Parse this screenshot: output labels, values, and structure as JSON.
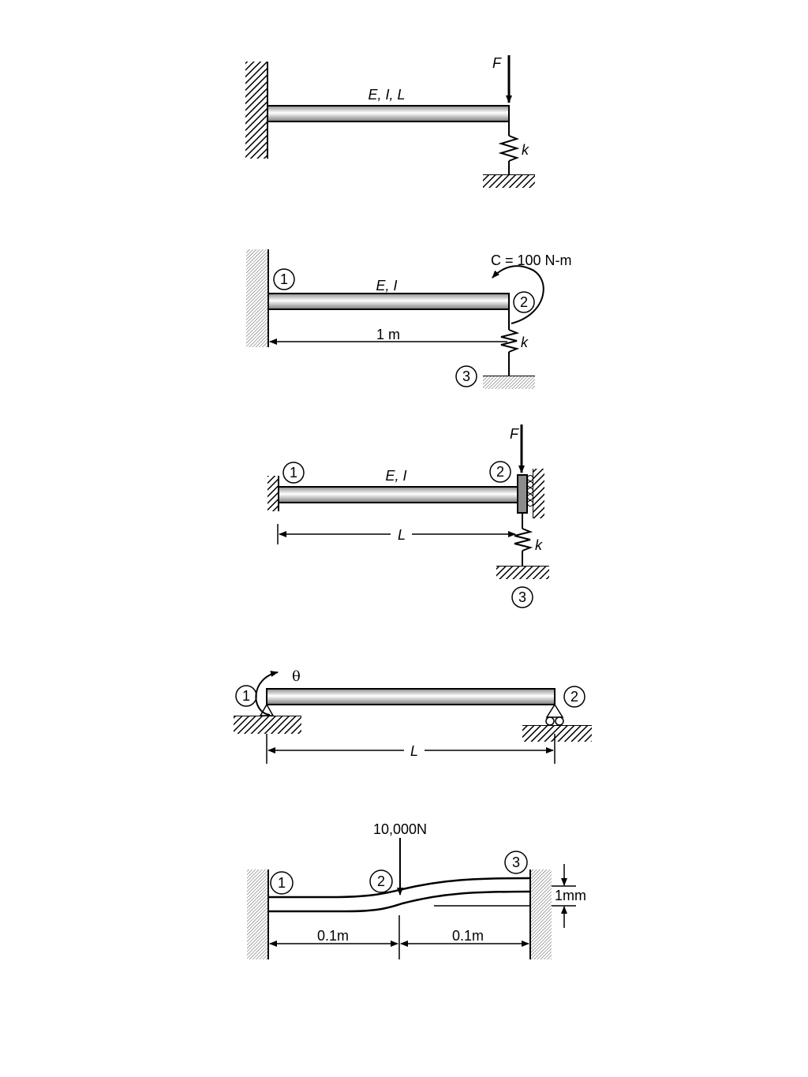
{
  "diagrams": [
    {
      "labels": {
        "force": "F",
        "props": "E, I, L",
        "spring": "k"
      }
    },
    {
      "labels": {
        "moment": "C = 100 N-m",
        "props": "E, I",
        "length": "1 m",
        "spring": "k",
        "node1": "1",
        "node2": "2",
        "node3": "3"
      }
    },
    {
      "labels": {
        "force": "F",
        "props": "E, I",
        "length": "L",
        "spring": "k",
        "node1": "1",
        "node2": "2",
        "node3": "3"
      }
    },
    {
      "labels": {
        "rotation": "θ",
        "length": "L",
        "node1": "1",
        "node2": "2"
      }
    },
    {
      "labels": {
        "load": "10,000N",
        "node1": "1",
        "node2": "2",
        "node3": "3",
        "span1": "0.1m",
        "span2": "0.1m",
        "displacement": "1mm"
      }
    }
  ]
}
